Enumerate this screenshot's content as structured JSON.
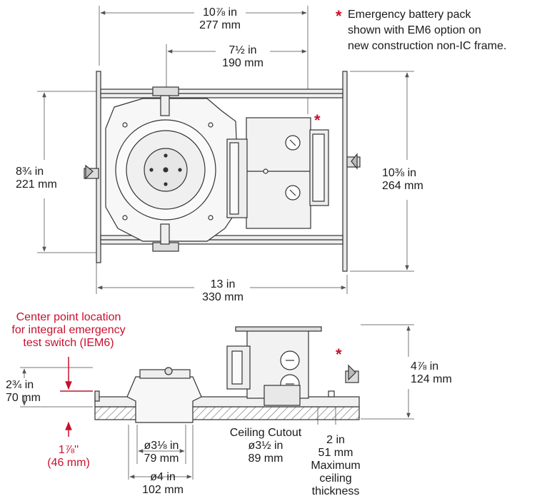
{
  "accent_color": "#c8102e",
  "line_color": "#333333",
  "note": {
    "symbol": "*",
    "lines": [
      "Emergency battery pack",
      "shown with EM6 option on",
      "new construction non-IC frame."
    ]
  },
  "top_view": {
    "width_overall": {
      "in": "10⅞ in",
      "mm": "277 mm"
    },
    "width_inner": {
      "in": "7½ in",
      "mm": "190 mm"
    },
    "height_left": {
      "in": "8¾ in",
      "mm": "221 mm"
    },
    "height_right": {
      "in": "10⅜ in",
      "mm": "264 mm"
    },
    "length": {
      "in": "13 in",
      "mm": "330 mm"
    },
    "star": "*"
  },
  "side_view": {
    "test_switch": {
      "lines": [
        "Center point location",
        "for integral emergency",
        "test switch (IEM6)"
      ]
    },
    "height_left": {
      "in": "2¾ in",
      "mm": "70 mm"
    },
    "offset": {
      "in": "1⅞''",
      "mm": "(46 mm)"
    },
    "height_right": {
      "in": "4⅞ in",
      "mm": "124 mm"
    },
    "aperture_inner": {
      "in": "ø3⅛ in",
      "mm": "79 mm"
    },
    "aperture_outer": {
      "in": "ø4 in",
      "mm": "102 mm"
    },
    "cutout": {
      "title": "Ceiling Cutout",
      "in": "ø3½ in",
      "mm": "89 mm"
    },
    "ceiling": {
      "in": "2 in",
      "mm": "51 mm",
      "lines": [
        "Maximum",
        "ceiling",
        "thickness"
      ]
    },
    "star": "*"
  }
}
